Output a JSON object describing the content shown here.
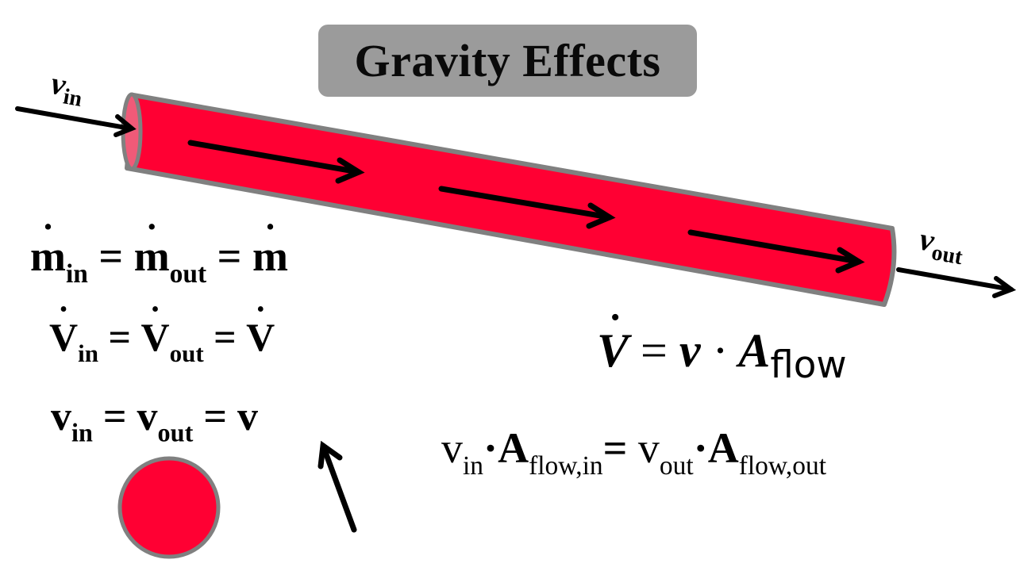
{
  "title": "Gravity Effects",
  "colors": {
    "pipe_fill": "#ff0033",
    "pipe_inlet_face": "#f05a78",
    "pipe_border": "#808080",
    "title_bg": "#9b9b9b",
    "arrow": "#000000"
  },
  "labels": {
    "v_in": {
      "base": "v",
      "sub": "in"
    },
    "v_out": {
      "base": "v",
      "sub": "out"
    }
  },
  "equations": {
    "mass_flow": {
      "t1": "m",
      "s1": "in",
      "eq1": "=",
      "t2": "m",
      "s2": "out",
      "eq2": "=",
      "t3": "m"
    },
    "volume_flow": {
      "t1": "V",
      "s1": "in",
      "eq1": "=",
      "t2": "V",
      "s2": "out",
      "eq2": "=",
      "t3": "V"
    },
    "velocity": {
      "t1": "v",
      "s1": "in",
      "eq1": "=",
      "t2": "v",
      "s2": "out",
      "eq2": "=",
      "t3": "v"
    },
    "volume_flow_def": {
      "lhs": "V",
      "eq": "=",
      "v": "v",
      "dot": "·",
      "A": "A",
      "sub": "flow"
    },
    "continuity": {
      "v1": "v",
      "s1": "in",
      "dot1": "·",
      "A1": "A",
      "a1sub": "flow,in",
      "eq": "=",
      "v2": "v",
      "s2": "out",
      "dot2": "·",
      "A2": "A",
      "a2sub": "flow,out"
    }
  },
  "shapes": {
    "cross_section_circle": "red circle with gray border",
    "pointer_arrow": "arrow pointing to v"
  }
}
